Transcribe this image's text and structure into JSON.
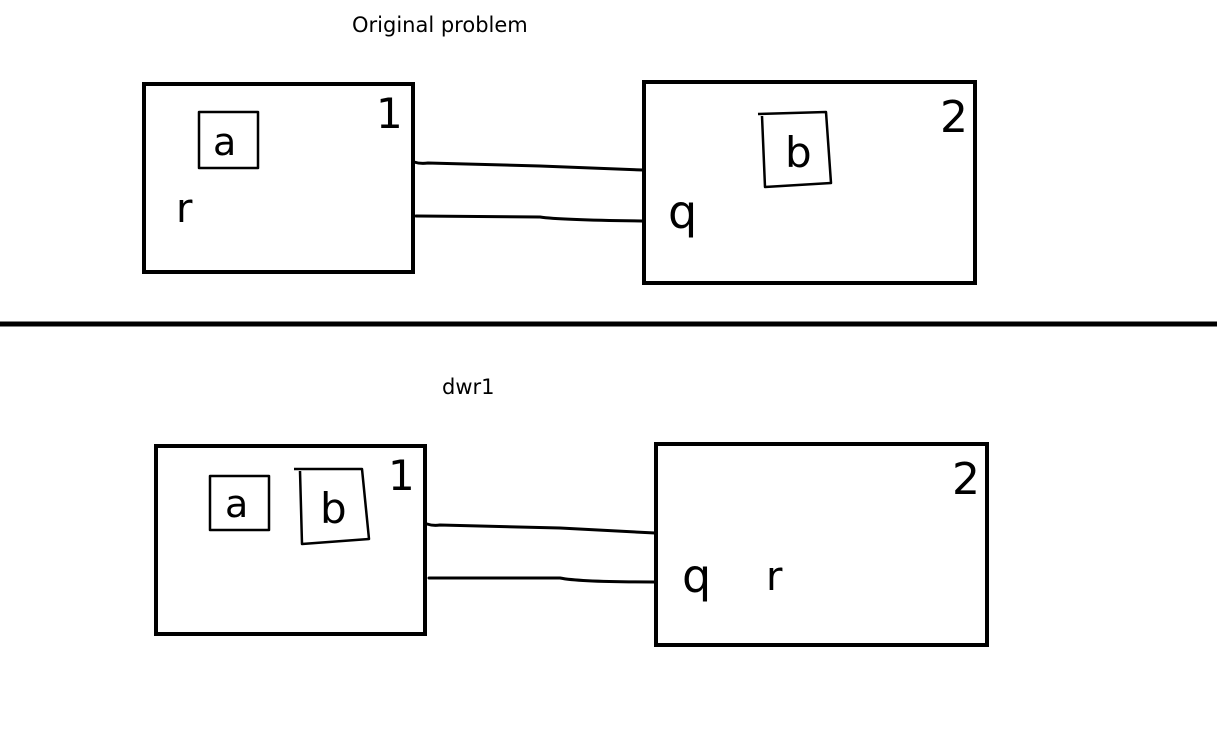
{
  "sections": {
    "original": {
      "caption": "Original problem",
      "node_left": {
        "number": "1",
        "inner_labels": [
          "a"
        ],
        "free_labels": [
          "r"
        ]
      },
      "node_right": {
        "number": "2",
        "inner_labels": [
          "b"
        ],
        "free_labels": [
          "q"
        ]
      }
    },
    "dwr1": {
      "caption": "dwr1",
      "node_left": {
        "number": "1",
        "inner_labels": [
          "a",
          "b"
        ],
        "free_labels": []
      },
      "node_right": {
        "number": "2",
        "inner_labels": [],
        "free_labels": [
          "q",
          "r"
        ]
      }
    }
  },
  "colors": {
    "ink": "#000000",
    "background": "#ffffff"
  }
}
